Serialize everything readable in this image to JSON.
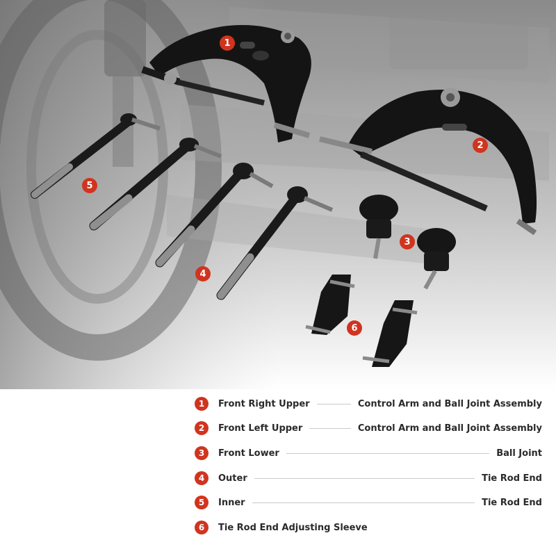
{
  "badges": {
    "b1": "1",
    "b2": "2",
    "b3": "3",
    "b4": "4",
    "b5": "5",
    "b6": "6"
  },
  "legend": {
    "items": [
      {
        "num": "1",
        "left": "Front Right Upper",
        "right": "Control Arm and Ball Joint Assembly"
      },
      {
        "num": "2",
        "left": "Front Left Upper",
        "right": "Control Arm and Ball Joint Assembly"
      },
      {
        "num": "3",
        "left": "Front Lower",
        "right": "Ball Joint"
      },
      {
        "num": "4",
        "left": "Outer",
        "right": "Tie Rod End"
      },
      {
        "num": "5",
        "left": "Inner",
        "right": "Tie Rod End"
      },
      {
        "num": "6",
        "left": "Tie Rod End Adjusting Sleeve",
        "right": ""
      }
    ]
  },
  "colors": {
    "badge": "#d0341f",
    "part": "#141414",
    "background_gray": "#b9b9b9"
  }
}
